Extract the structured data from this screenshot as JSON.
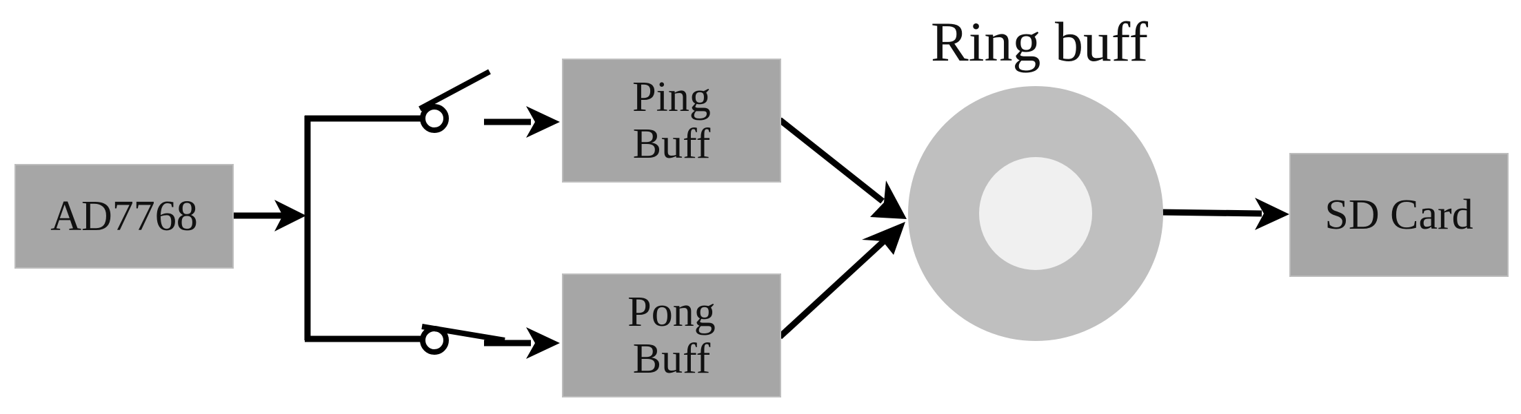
{
  "blocks": {
    "adc": {
      "label": "AD7768"
    },
    "ping": {
      "line1": "Ping",
      "line2": "Buff"
    },
    "pong": {
      "line1": "Pong",
      "line2": "Buff"
    },
    "ring": {
      "title": "Ring buff"
    },
    "sd": {
      "label": "SD Card"
    }
  },
  "colors": {
    "block_fill": "#a6a6a6",
    "ring_outer": "#bfbfbf",
    "ring_inner": "#f0f0f0",
    "line": "#000000"
  }
}
